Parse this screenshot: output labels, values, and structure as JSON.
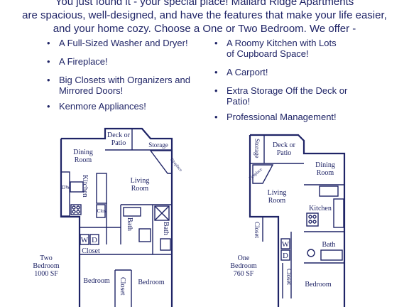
{
  "intro": {
    "line1": "You just found it - your special place! Mallard Ridge Apartments",
    "line2": "are spacious, well-designed, and have the features that make your life easier,",
    "line3": "and your home cozy. Choose a One or Two Bedroom. We offer -"
  },
  "features_left": [
    "A Full-Sized Washer and Dryer!",
    "A Fireplace!",
    "Big Closets with Organizers and Mirrored Doors!",
    "Kenmore Appliances!"
  ],
  "features_right": [
    "A Roomy Kitchen with Lots of Cupboard Space!",
    "A Carport!",
    "Extra Storage Off the Deck or Patio!",
    "Professional Management!"
  ],
  "bullet": "•",
  "two_bedroom": {
    "caption": [
      "Two",
      "Bedroom",
      "1000 SF"
    ],
    "rooms": {
      "deck_patio": [
        "Deck or",
        "Patio"
      ],
      "storage": "Storage",
      "fireplace": "Fireplace",
      "dining": [
        "Dining",
        "Room"
      ],
      "kitchen": "Kitchen",
      "living": [
        "Living",
        "Room"
      ],
      "dw": "DW",
      "clos": "Clos",
      "bath1": "Bath",
      "bath2": "Bath",
      "w": "W",
      "d": "D",
      "closet": "Closet",
      "closet2": "Closet",
      "bedroom1": "Bedroom",
      "bedroom2": "Bedroom"
    }
  },
  "one_bedroom": {
    "caption": [
      "One",
      "Bedroom",
      "760 SF"
    ],
    "rooms": {
      "storage": "Storage",
      "deck_patio": [
        "Deck or",
        "Patio"
      ],
      "fireplace": "Fireplace",
      "dining": [
        "Dining",
        "Room"
      ],
      "living": [
        "Living",
        "Room"
      ],
      "kitchen": "Kitchen",
      "closet": "Closet",
      "w": "W",
      "d": "D",
      "bath": "Bath",
      "closet2": "Closet",
      "bedroom": "Bedroom"
    }
  },
  "colors": {
    "ink": "#1f2466",
    "background": "#ffffff"
  }
}
